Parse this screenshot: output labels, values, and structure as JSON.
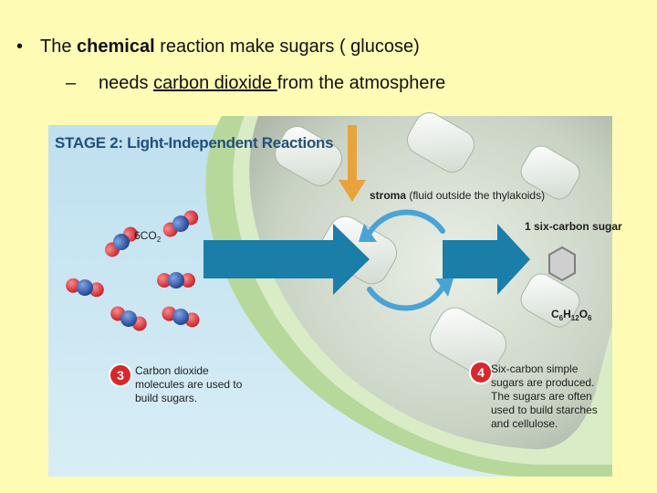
{
  "bullet1": {
    "marker": "•",
    "pre": "The ",
    "bold": "chemical",
    "post": " reaction make sugars ( glucose)"
  },
  "bullet2": {
    "marker": "–",
    "pre": "needs ",
    "underlined": "carbon dioxide ",
    "post": "from the atmosphere"
  },
  "figure": {
    "title": "STAGE 2: Light-Independent Reactions",
    "stroma_bold": "stroma",
    "stroma_rest": " (fluid outside the thylakoids)",
    "co2_prefix": "6CO",
    "co2_sub": "2",
    "product_label": "1 six-carbon sugar",
    "formula": {
      "c": "C",
      "c_n": "6",
      "h": "H",
      "h_n": "12",
      "o": "O",
      "o_n": "6"
    },
    "step3": {
      "number": "3",
      "text": "Carbon dioxide molecules are used to build sugars."
    },
    "step4": {
      "number": "4",
      "text": "Six-carbon simple sugars are produced. The sugars are often used to build starches and cellulose."
    }
  },
  "colors": {
    "background": "#fefbb4",
    "figure_blue": "#c6e3f0",
    "arrow_teal": "#1a7ea8",
    "badge_red": "#d9282b",
    "oxygen_red": "#d8333a",
    "carbon_blue": "#2a4fa0"
  }
}
